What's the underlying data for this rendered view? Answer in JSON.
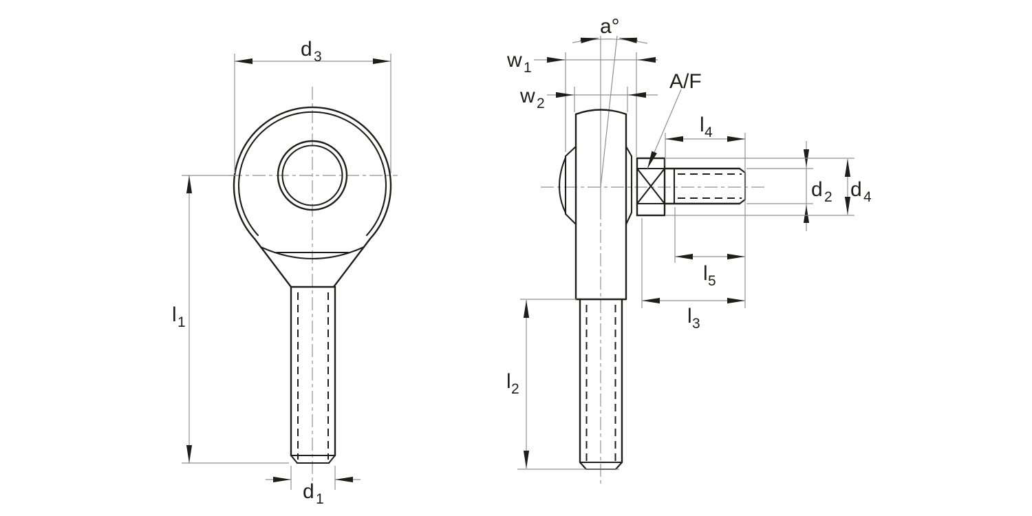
{
  "colors": {
    "background": "#ffffff",
    "part_line": "#1d1d1b",
    "dimension_line": "#8f8f8f",
    "arrow": "#1d1d1b",
    "text": "#1d1d1b"
  },
  "labels": {
    "d3": {
      "base": "d",
      "sub": "3"
    },
    "l1": {
      "base": "l",
      "sub": "1"
    },
    "d1": {
      "base": "d",
      "sub": "1"
    },
    "angle": {
      "base": "a°",
      "sub": ""
    },
    "w1": {
      "base": "w",
      "sub": "1"
    },
    "w2": {
      "base": "w",
      "sub": "2"
    },
    "af": {
      "base": "A/F",
      "sub": ""
    },
    "l4": {
      "base": "l",
      "sub": "4"
    },
    "d2": {
      "base": "d",
      "sub": "2"
    },
    "d4": {
      "base": "d",
      "sub": "4"
    },
    "l5": {
      "base": "l",
      "sub": "5"
    },
    "l3": {
      "base": "l",
      "sub": "3"
    },
    "l2": {
      "base": "l",
      "sub": "2"
    }
  }
}
